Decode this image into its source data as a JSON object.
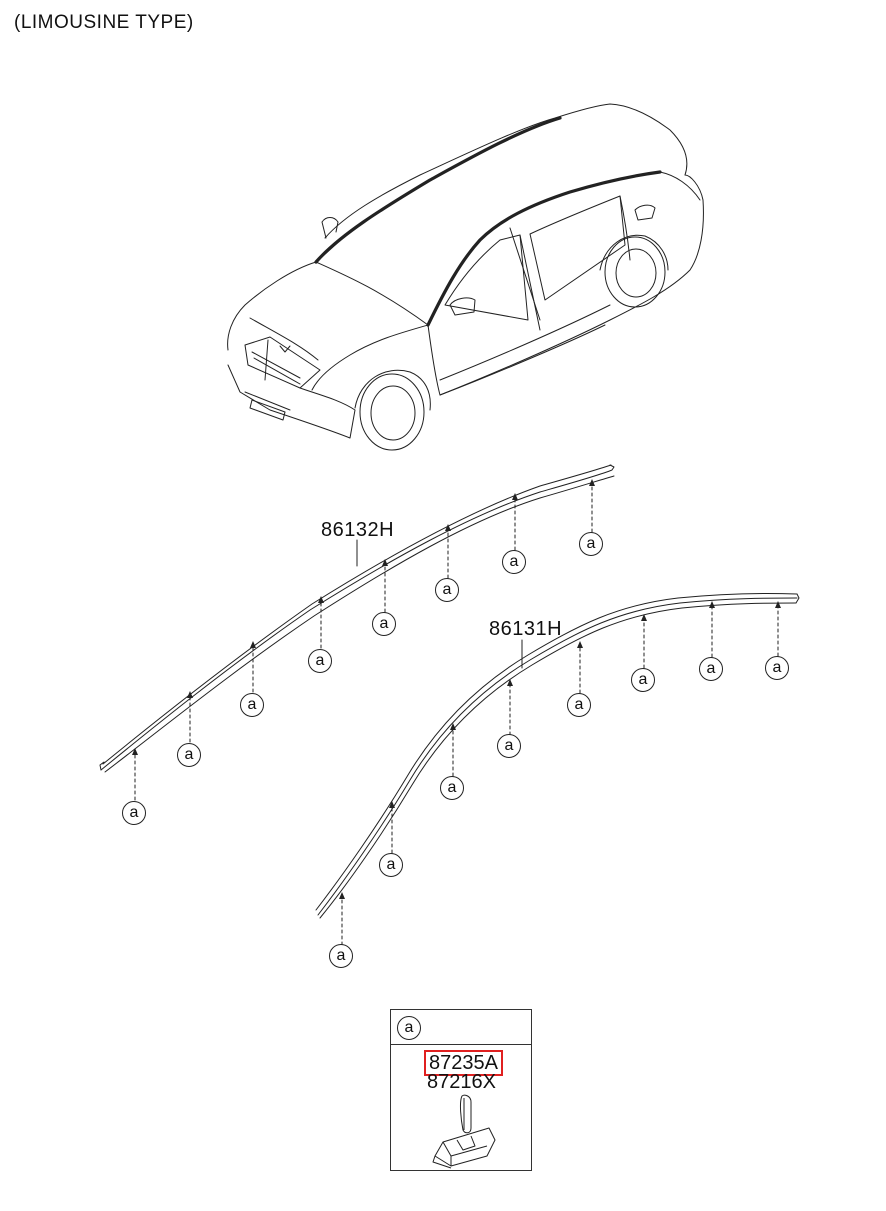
{
  "header": {
    "title": "(LIMOUSINE TYPE)"
  },
  "parts": {
    "left_molding": "86132H",
    "right_molding": "86131H"
  },
  "callout": {
    "letter": "a"
  },
  "legend": {
    "callout_letter": "a",
    "part_numbers": [
      "87235A",
      "87216X"
    ],
    "highlight_color": "#e02020"
  }
}
